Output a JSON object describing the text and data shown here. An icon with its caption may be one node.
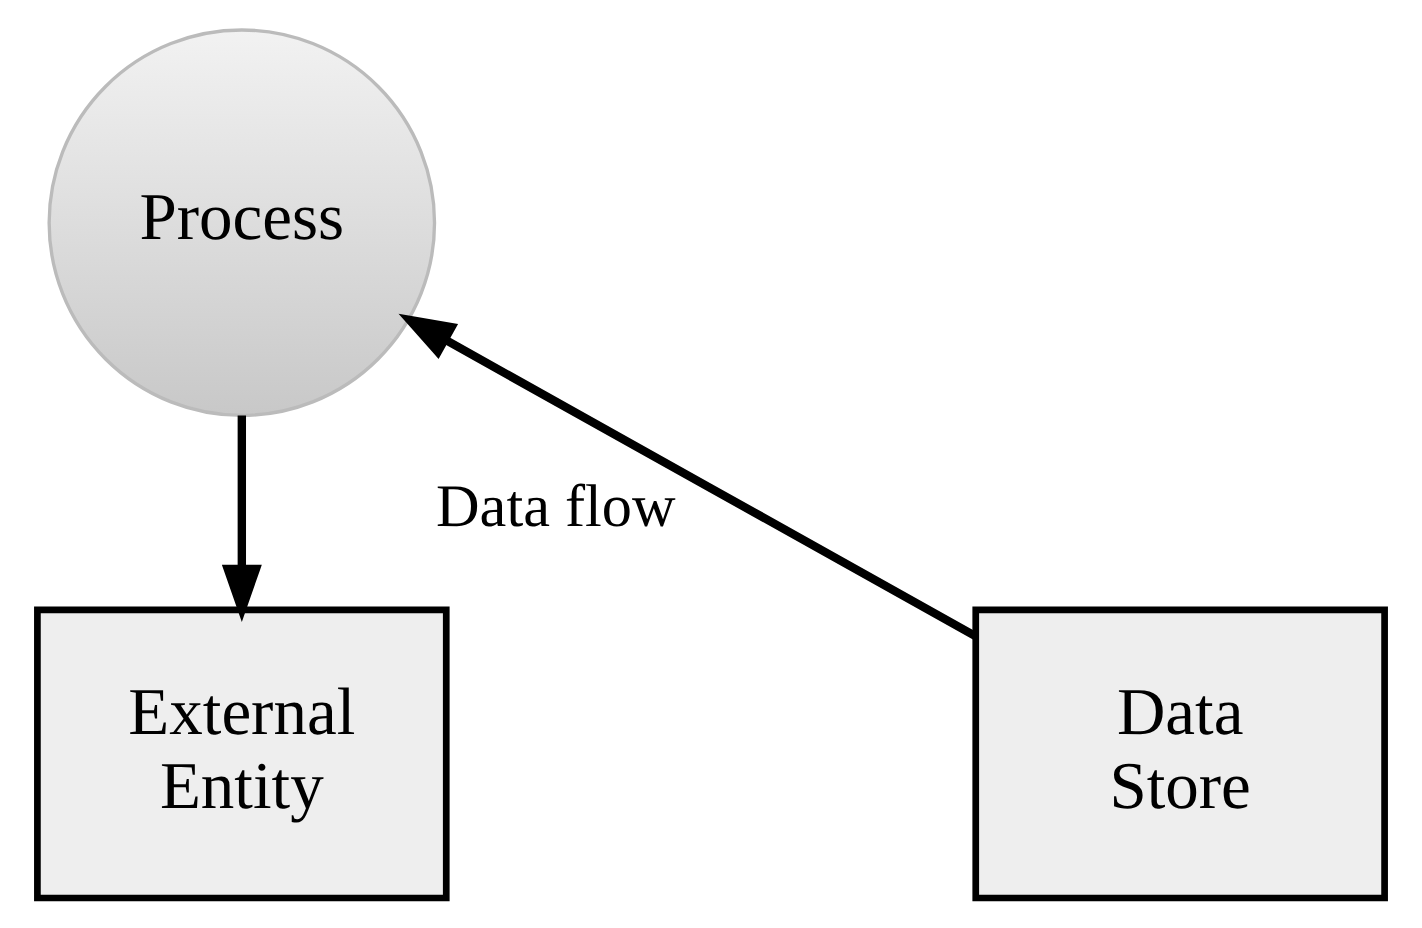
{
  "diagram": {
    "nodes": [
      {
        "text": [
          "Process"
        ]
      },
      {
        "text": [
          "Data Store"
        ]
      },
      {
        "text": [
          "External Entity"
        ]
      }
    ],
    "edges": [
      {
        "from": 1,
        "to": 0,
        "arrow": "to",
        "label": "Data flow"
      },
      {
        "from": 0,
        "to": 2,
        "arrow": "to"
      }
    ]
  }
}
